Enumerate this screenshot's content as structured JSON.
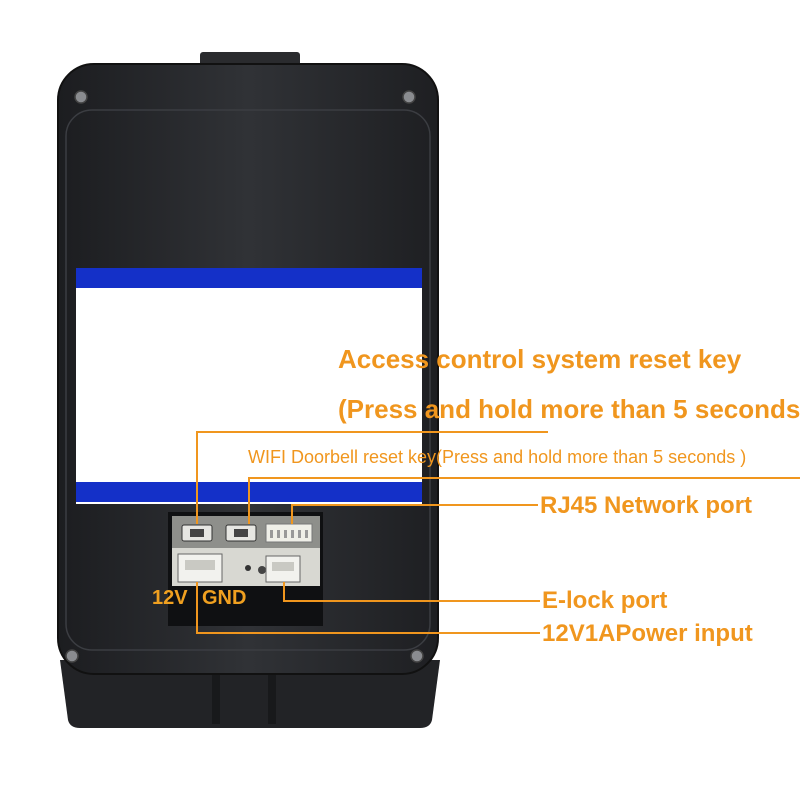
{
  "labels": {
    "access_title": "Access control system reset key",
    "access_note": "(Press and hold more than 5 seconds )",
    "wifi_reset": "WIFI Doorbell reset key(Press and hold more than 5 seconds )",
    "rj45": "RJ45 Network port",
    "elock": "E-lock port",
    "power": "12V1APower input",
    "v12": "12V",
    "gnd": "GND"
  },
  "colors": {
    "callout": "#f0961e",
    "device_body": "#2b2d30",
    "screen_band": "#1430c8",
    "screen_area": "#ffffff"
  }
}
